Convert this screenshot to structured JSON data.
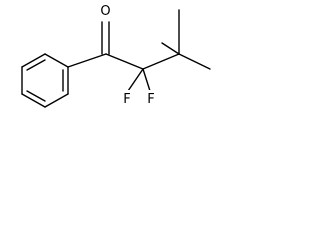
{
  "molecule": {
    "atoms": [
      {
        "id": "O1",
        "label": "O"
      },
      {
        "id": "F1",
        "label": "F"
      },
      {
        "id": "F2",
        "label": "F"
      }
    ]
  }
}
